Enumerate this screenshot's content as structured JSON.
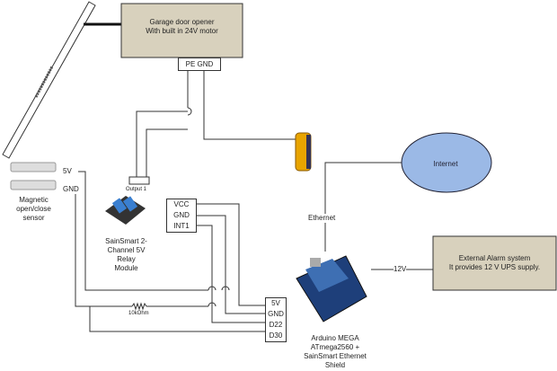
{
  "opener": {
    "line1": "Garage door opener",
    "line2": "With built in 24V motor",
    "pins": "PE  GND",
    "color": "#d8d1bd"
  },
  "relay_output": "Output 1",
  "sensor": {
    "pin1": "5V",
    "pin2": "GND",
    "label": [
      "Magnetic",
      "open/close",
      "sensor"
    ]
  },
  "relay": {
    "pins": [
      "VCC",
      "GND",
      "INT1"
    ],
    "label": [
      "SainSmart 2-",
      "Channel 5V",
      "Relay",
      "Module"
    ]
  },
  "resistor": "10kOhm",
  "arduino": {
    "pins": [
      "5V",
      "GND",
      "D22",
      "D30"
    ],
    "label": [
      "Arduino MEGA",
      "ATmega2560 +",
      "SainSmart Ethernet",
      "Shield"
    ]
  },
  "internet": {
    "label": "Internet",
    "color": "#9bb9e6"
  },
  "ethernet": "Ethernet",
  "power": "12V",
  "alarm": {
    "line1": "External Alarm system",
    "line2": "It provides 12 V UPS supply.",
    "color": "#d8d1bd"
  }
}
